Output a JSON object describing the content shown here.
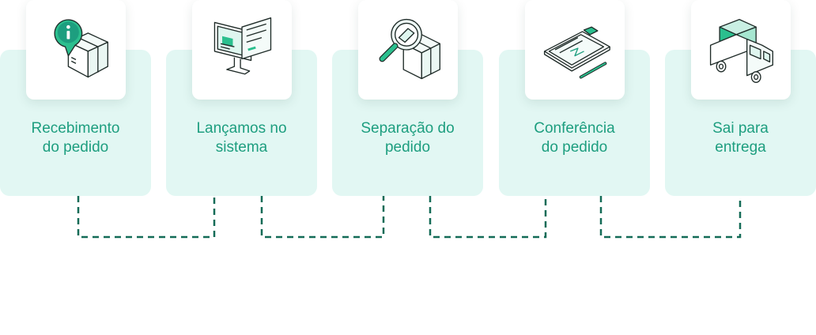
{
  "theme": {
    "accent": "#1d9e7f",
    "icon_green": "#2bbf8e",
    "card_background": "#e2f7f3",
    "connector": "#136b57"
  },
  "steps": [
    {
      "line1": "Recebimento",
      "line2": "do pedido",
      "icon": "info-package-icon"
    },
    {
      "line1": "Lançamos no",
      "line2": "sistema",
      "icon": "computer-system-icon"
    },
    {
      "line1": "Separação do",
      "line2": "pedido",
      "icon": "magnifier-box-icon"
    },
    {
      "line1": "Conferência",
      "line2": "do pedido",
      "icon": "clipboard-check-icon"
    },
    {
      "line1": "Sai para",
      "line2": "entrega",
      "icon": "delivery-truck-icon"
    }
  ]
}
